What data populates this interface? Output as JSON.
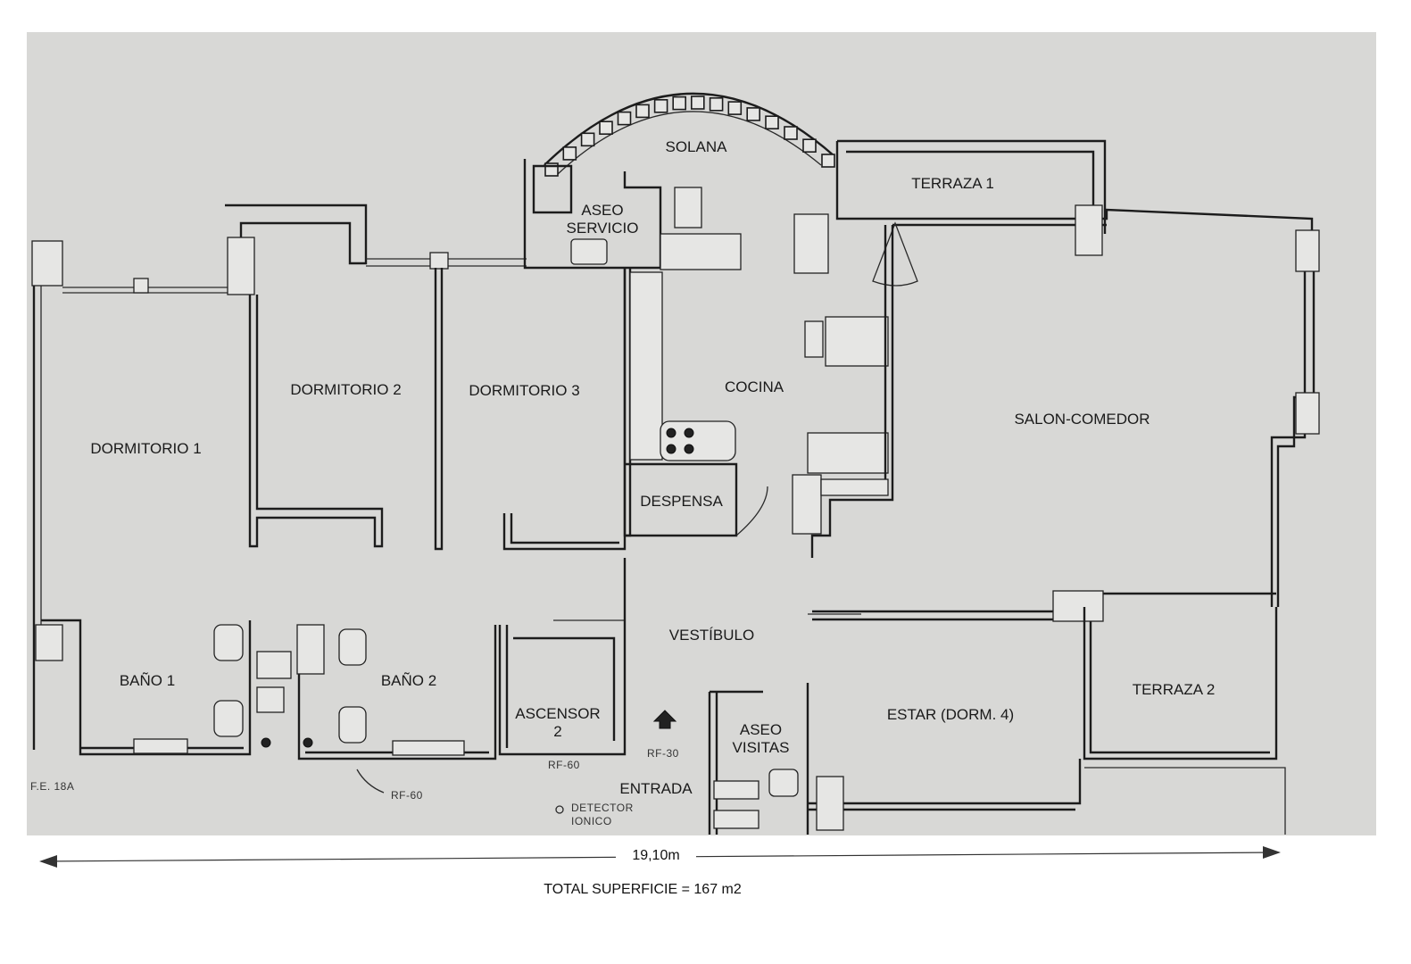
{
  "rooms": {
    "solana": "SOLANA",
    "terraza1": "TERRAZA 1",
    "aseo_servicio_line1": "ASEO",
    "aseo_servicio_line2": "SERVICIO",
    "dormitorio1": "DORMITORIO 1",
    "dormitorio2": "DORMITORIO 2",
    "dormitorio3": "DORMITORIO 3",
    "cocina": "COCINA",
    "salon_comedor": "SALON-COMEDOR",
    "despensa": "DESPENSA",
    "vestibulo": "VESTÍBULO",
    "bano1": "BAÑO 1",
    "bano2": "BAÑO 2",
    "ascensor_line1": "ASCENSOR",
    "ascensor_line2": "2",
    "aseo_visitas_line1": "ASEO",
    "aseo_visitas_line2": "VISITAS",
    "estar": "ESTAR (DORM. 4)",
    "terraza2": "TERRAZA 2",
    "entrada": "ENTRADA"
  },
  "notes": {
    "rf60_a": "RF-60",
    "rf60_b": "RF-60",
    "rf30": "RF-30",
    "detector_line1": "DETECTOR",
    "detector_line2": "IONICO",
    "fe": "F.E. 18A"
  },
  "dimension": {
    "width_label": "19,10m"
  },
  "summary": {
    "total_surface": "TOTAL SUPERFICIE = 167 m2"
  },
  "colors": {
    "sheet": "#d8d8d6",
    "ink": "#1c1c1c",
    "background": "#ffffff"
  }
}
